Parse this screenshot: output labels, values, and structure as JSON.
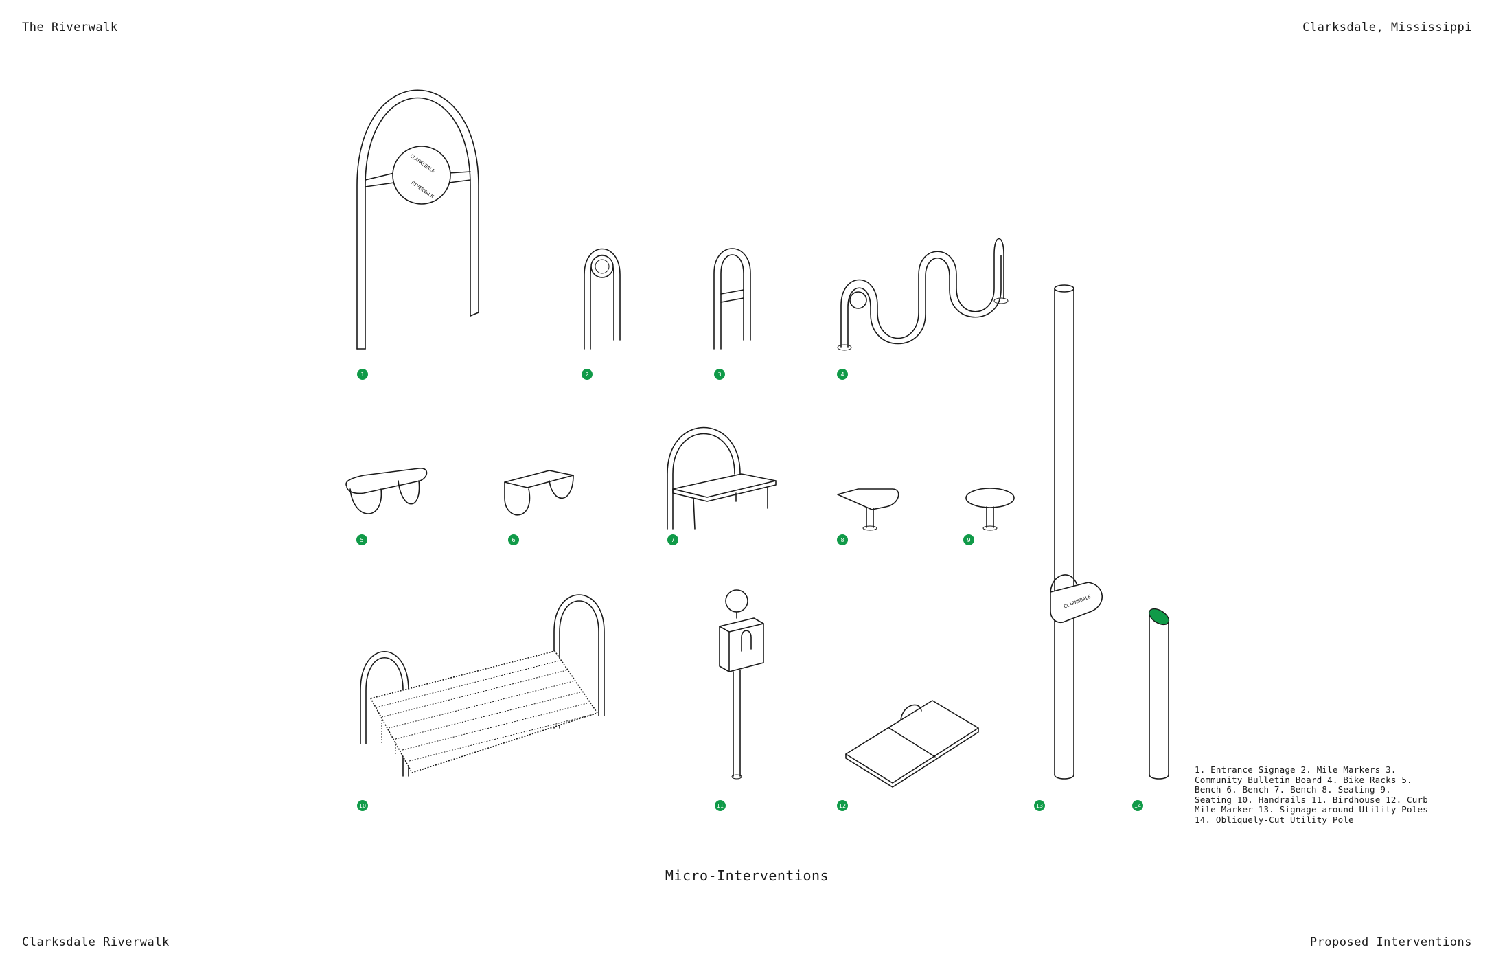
{
  "header": {
    "left_title": "The Riverwalk",
    "right_title": "Clarksdale, Mississippi"
  },
  "footer": {
    "left_title": "Clarksdale Riverwalk",
    "right_title": "Proposed Interventions"
  },
  "caption": "Micro-Interventions",
  "sign_text": {
    "line1": "CLARKSDALE",
    "line2": "RIVERWALK"
  },
  "legend": [
    "1. Entrance Signage",
    "2. Mile Markers",
    "3. Community Bulletin Board",
    "4. Bike Racks",
    "5. Bench",
    "6. Bench",
    "7. Bench",
    "8. Seating",
    "9. Seating",
    "10. Handrails",
    "11. Birdhouse",
    "12. Curb Mile Marker",
    "13. Signage around Utility Poles",
    "14. Obliquely-Cut Utility Pole"
  ],
  "badges": [
    "1",
    "2",
    "3",
    "4",
    "5",
    "6",
    "7",
    "8",
    "9",
    "10",
    "11",
    "12",
    "13",
    "14"
  ],
  "colors": {
    "accent": "#109a48",
    "line": "#1a1a1a",
    "background": "#ffffff"
  }
}
